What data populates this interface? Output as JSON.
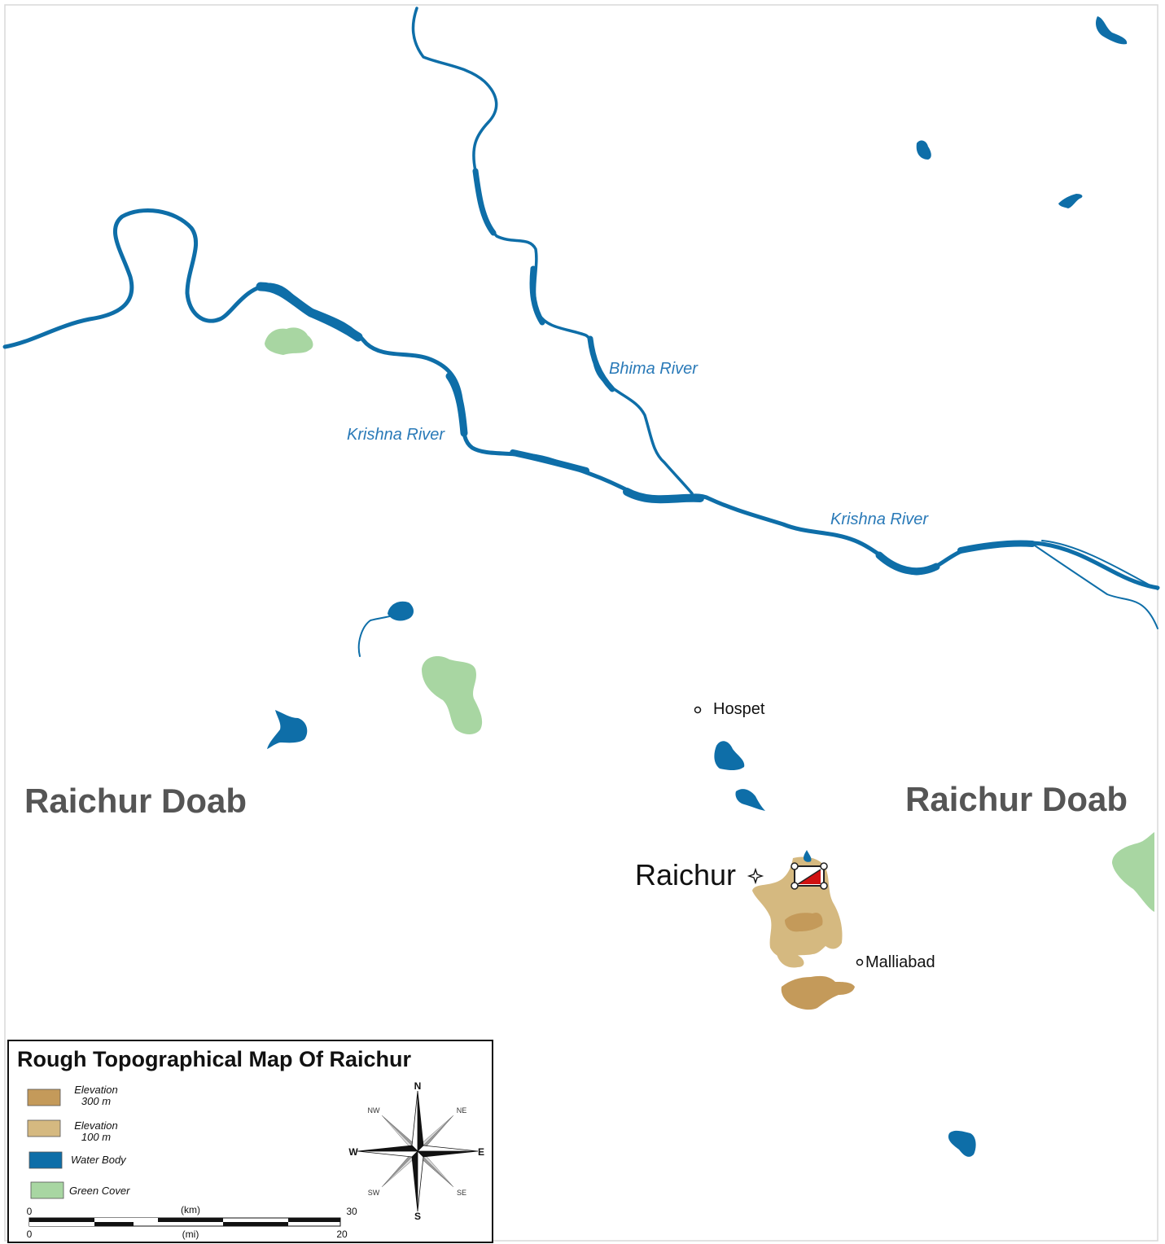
{
  "map": {
    "rivers": [
      {
        "name": "Bhima River",
        "label": "Bhima River"
      },
      {
        "name": "Krishna River",
        "label": "Krishna River"
      },
      {
        "name": "Krishna River (east)",
        "label": "Krishna River"
      }
    ],
    "regions": [
      {
        "label": "Raichur Doab"
      },
      {
        "label": "Raichur Doab"
      }
    ],
    "places": {
      "hospet": "Hospet",
      "raichur": "Raichur",
      "malliabad": "Malliabad"
    },
    "colors": {
      "water": "#0e6ea8",
      "green_cover": "#a8d6a2",
      "elev_300": "#c49a5a",
      "elev_100": "#d5b980",
      "label_river": "#2a7ab8",
      "label_region": "#555555"
    }
  },
  "legend": {
    "title": "Rough Topographical Map Of Raichur",
    "items": [
      {
        "line1": "Elevation",
        "line2": "300 m",
        "color": "#c49a5a"
      },
      {
        "line1": "Elevation",
        "line2": "100 m",
        "color": "#d5b980"
      },
      {
        "line1": "Water Body",
        "line2": "",
        "color": "#0e6ea8"
      },
      {
        "line1": "Green Cover",
        "line2": "",
        "color": "#a8d6a2"
      }
    ],
    "compass": {
      "n": "N",
      "s": "S",
      "e": "E",
      "w": "W",
      "ne": "NE",
      "nw": "NW",
      "se": "SE",
      "sw": "SW"
    },
    "scale": {
      "km_unit": "(km)",
      "km_start": "0",
      "km_end": "30",
      "mi_unit": "(mi)",
      "mi_start": "0",
      "mi_end": "20"
    }
  }
}
